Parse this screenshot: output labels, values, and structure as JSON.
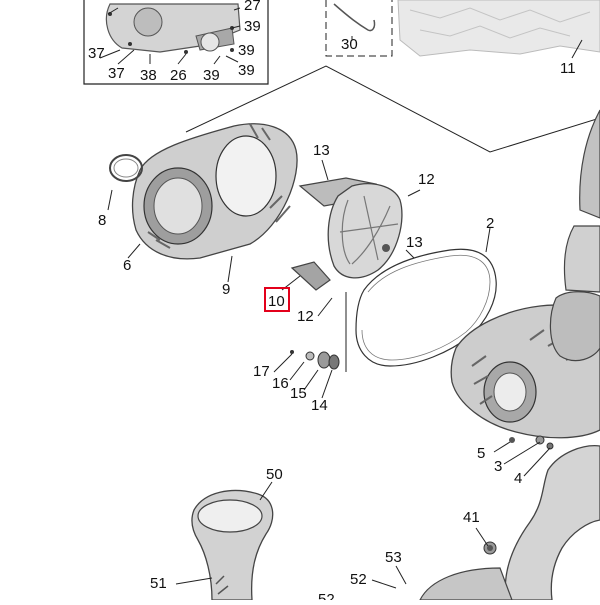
{
  "callouts": {
    "p2": "2",
    "p3": "3",
    "p4": "4",
    "p5": "5",
    "p6": "6",
    "p8": "8",
    "p9": "9",
    "p10": "10",
    "p11": "11",
    "p12a": "12",
    "p12b": "12",
    "p13a": "13",
    "p13b": "13",
    "p14": "14",
    "p15": "15",
    "p16": "16",
    "p17": "17",
    "p26": "26",
    "p27": "27",
    "p30": "30",
    "p37a": "37",
    "p37b": "37",
    "p38": "38",
    "p39a": "39",
    "p39b": "39",
    "p39c": "39",
    "p41": "41",
    "p50": "50",
    "p51": "51",
    "p52a": "52",
    "p52b": "52",
    "p53": "53"
  },
  "colors": {
    "highlight_box": "#e3001b",
    "part_fill": "#c8c8c8",
    "part_dark": "#8a8a8a",
    "line": "#222222"
  },
  "highlighted_callout": "10"
}
